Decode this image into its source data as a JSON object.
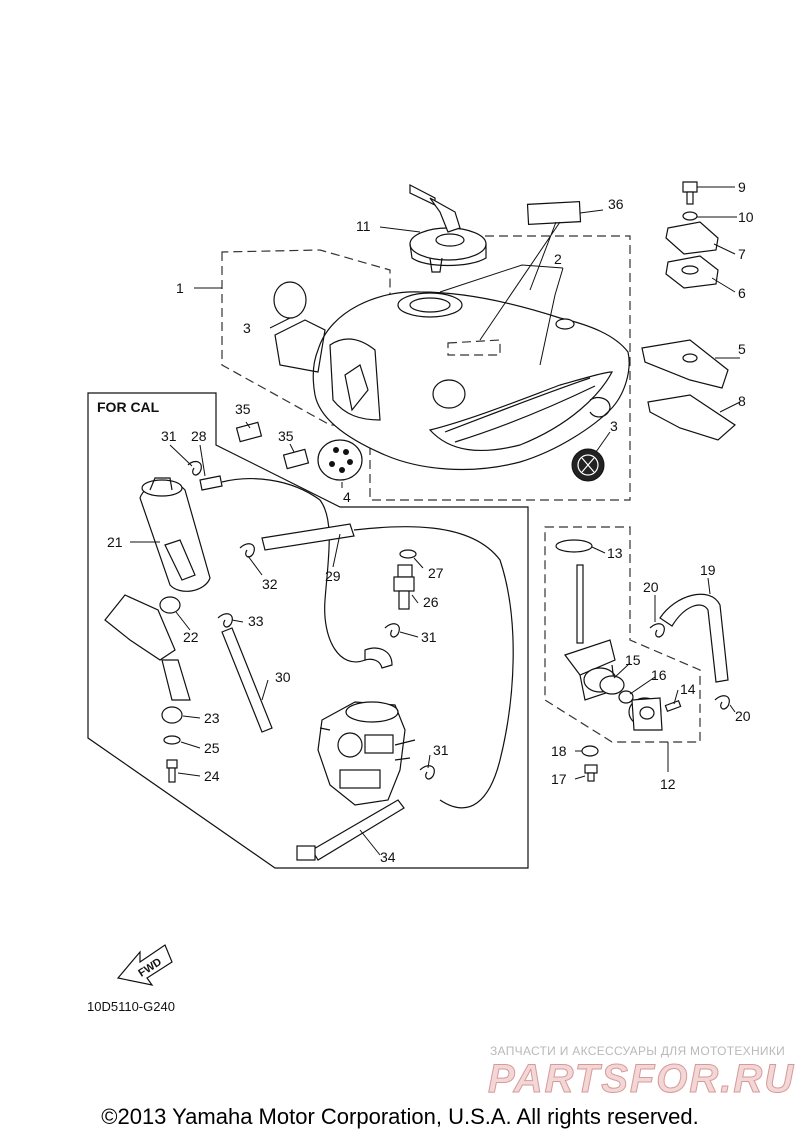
{
  "diagram": {
    "box_label": "FOR CAL",
    "reference_code": "10D5110-G240",
    "fwd_label": "FWD",
    "callouts": [
      "1",
      "2",
      "3",
      "3",
      "4",
      "5",
      "6",
      "7",
      "8",
      "9",
      "10",
      "11",
      "12",
      "13",
      "14",
      "15",
      "16",
      "17",
      "18",
      "19",
      "20",
      "20",
      "21",
      "22",
      "23",
      "24",
      "25",
      "26",
      "27",
      "28",
      "29",
      "30",
      "31",
      "31",
      "31",
      "32",
      "33",
      "34",
      "35",
      "35",
      "36"
    ]
  },
  "watermark": {
    "tagline": "ЗАПЧАСТИ И АКСЕССУАРЫ ДЛЯ МОТОТЕХНИКИ",
    "brand": "PARTSFOR.RU"
  },
  "footer": {
    "copyright": "©2013 Yamaha Motor Corporation, U.S.A. All rights reserved."
  }
}
